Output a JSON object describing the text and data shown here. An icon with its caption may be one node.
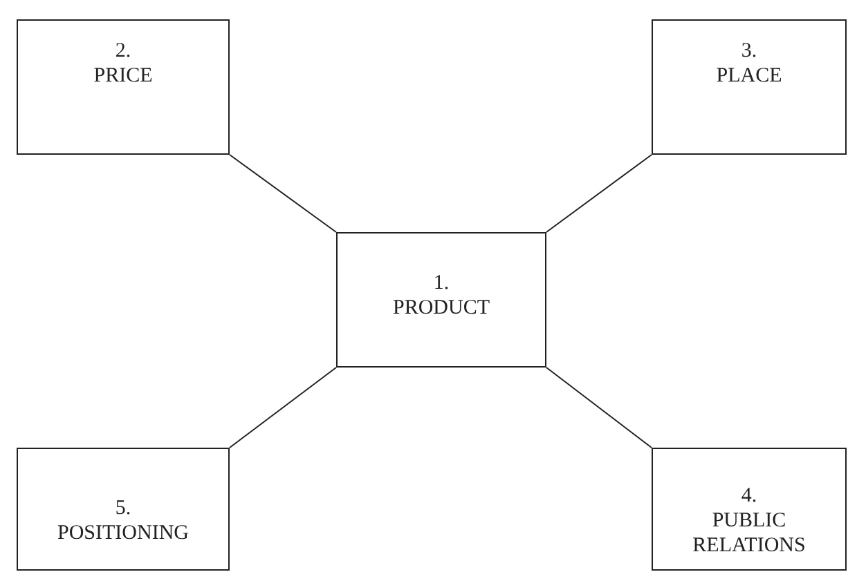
{
  "diagram": {
    "nodes": [
      {
        "text": [
          "1.",
          "PRODUCT"
        ]
      },
      {
        "text": [
          "2.",
          "PRICE"
        ]
      },
      {
        "text": [
          "3.",
          "PLACE"
        ]
      },
      {
        "text": [
          "4.",
          "PUBLIC RELATIONS"
        ]
      },
      {
        "text": [
          "5.",
          "POSITIONING"
        ]
      }
    ],
    "edges": [
      {
        "from": 0,
        "to": 1,
        "arrow": "none"
      },
      {
        "from": 0,
        "to": 2,
        "arrow": "none"
      },
      {
        "from": 0,
        "to": 3,
        "arrow": "none"
      },
      {
        "from": 0,
        "to": 4,
        "arrow": "none"
      }
    ]
  }
}
